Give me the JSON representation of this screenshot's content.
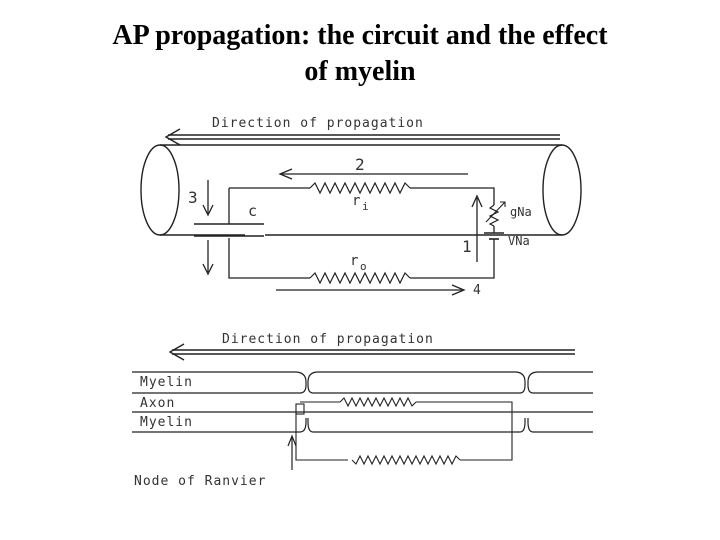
{
  "title": {
    "line1": "AP propagation: the circuit and the effect",
    "line2": "of myelin"
  },
  "top_diagram": {
    "direction_label": "Direction of propagation",
    "step_labels": {
      "one": "1",
      "two": "2",
      "three": "3",
      "four": "4"
    },
    "capacitor_label": "c",
    "ri_label": "r",
    "ri_sub": "i",
    "ro_label": "r",
    "ro_sub": "o",
    "gna_label": "gNa",
    "vna_label": "VNa"
  },
  "bottom_diagram": {
    "direction_label": "Direction of propagation",
    "myelin_top_label": "Myelin",
    "axon_label": "Axon",
    "myelin_bottom_label": "Myelin",
    "node_label": "Node of Ranvier"
  },
  "colors": {
    "ink": "#222222",
    "text": "#000000"
  }
}
